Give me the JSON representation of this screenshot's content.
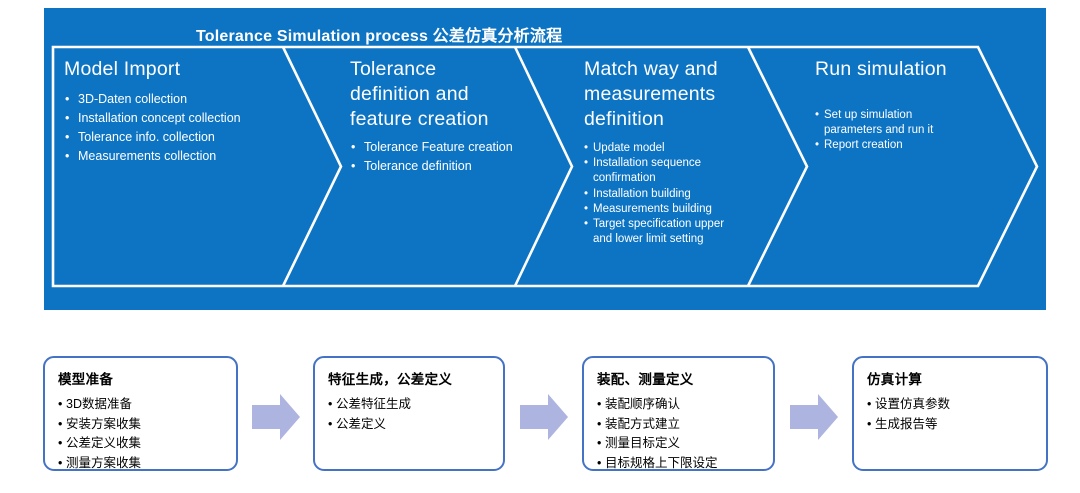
{
  "banner": {
    "title": "Tolerance Simulation process 公差仿真分析流程",
    "background_color": "#0D74C4",
    "outline_color": "#FFFFFF",
    "text_color": "#FFFFFF",
    "steps": [
      {
        "title": "Model Import",
        "bullets": [
          "3D-Daten collection",
          "Installation concept collection",
          "Tolerance info. collection",
          "Measurements collection"
        ]
      },
      {
        "title": "Tolerance definition and feature creation",
        "bullets": [
          "Tolerance Feature creation",
          "Tolerance definition"
        ]
      },
      {
        "title": "Match way and measurements definition",
        "bullets": [
          "Update model",
          "Installation sequence confirmation",
          "Installation building",
          "Measurements building",
          "Target specification upper and lower limit setting"
        ]
      },
      {
        "title": "Run simulation",
        "bullets": [
          "Set up simulation parameters and run it",
          "Report creation"
        ]
      }
    ]
  },
  "bottom_flow": {
    "box_border_color": "#4472C4",
    "box_background_color": "#FFFFFF",
    "arrow_color": "#ACB4DF",
    "text_color": "#000000",
    "boxes": [
      {
        "title": "模型准备",
        "bullets": [
          "3D数据准备",
          "安装方案收集",
          "公差定义收集",
          "测量方案收集"
        ]
      },
      {
        "title": "特征生成，公差定义",
        "bullets": [
          "公差特征生成",
          "公差定义"
        ]
      },
      {
        "title": "装配、测量定义",
        "bullets": [
          "装配顺序确认",
          "装配方式建立",
          "测量目标定义",
          "目标规格上下限设定"
        ]
      },
      {
        "title": "仿真计算",
        "bullets": [
          "设置仿真参数",
          "生成报告等"
        ]
      }
    ]
  }
}
